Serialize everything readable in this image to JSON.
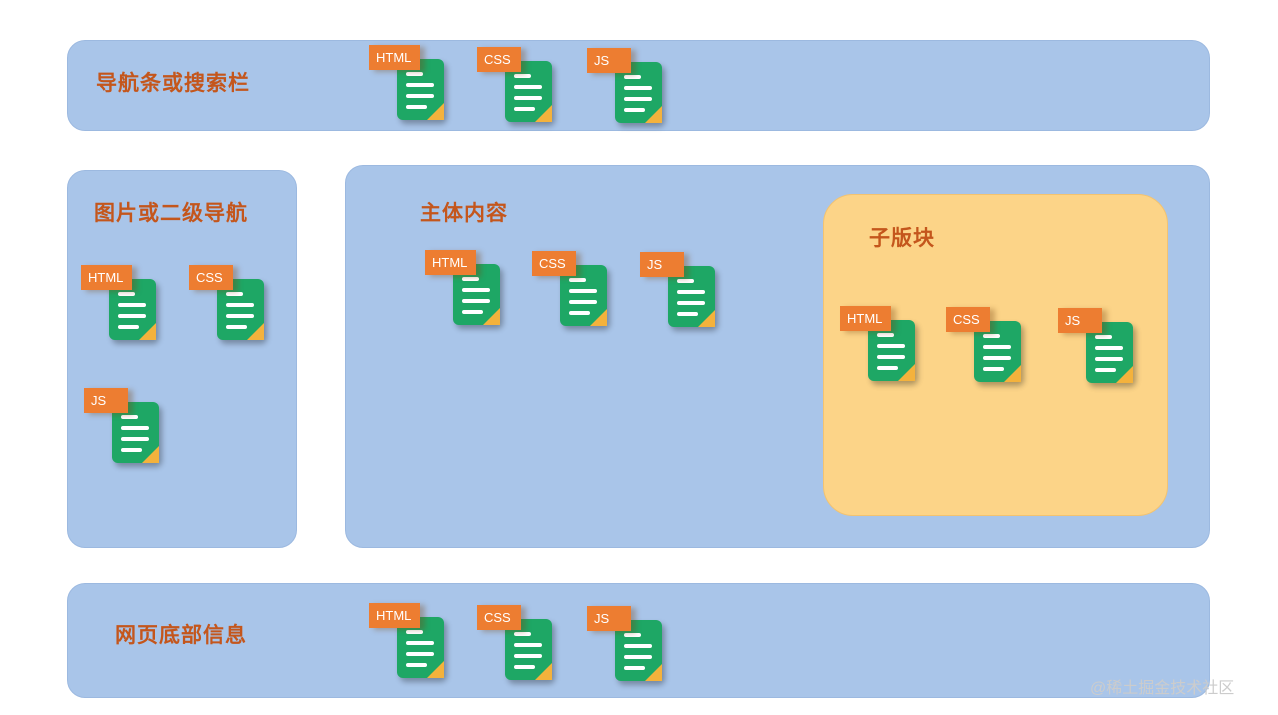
{
  "top_bar": {
    "label": "导航条或搜索栏",
    "files": [
      "HTML",
      "CSS",
      "JS"
    ]
  },
  "left_panel": {
    "label": "图片或二级导航",
    "row1": [
      "HTML",
      "CSS"
    ],
    "row2": [
      "JS"
    ]
  },
  "main_panel": {
    "label": "主体内容",
    "files": [
      "HTML",
      "CSS",
      "JS"
    ]
  },
  "sub_block": {
    "label": "子版块",
    "files": [
      "HTML",
      "CSS",
      "JS"
    ]
  },
  "bottom_bar": {
    "label": "网页底部信息",
    "files": [
      "HTML",
      "CSS",
      "JS"
    ]
  },
  "watermark": "@稀土掘金技术社区",
  "colors": {
    "panel_blue": "#a9c5e9",
    "sub_block_yellow": "#fcd488",
    "tag_orange": "#ed7d31",
    "doc_green": "#1ea765",
    "fold_yellow": "#f4b23c",
    "heading_orange": "#c4561c"
  }
}
